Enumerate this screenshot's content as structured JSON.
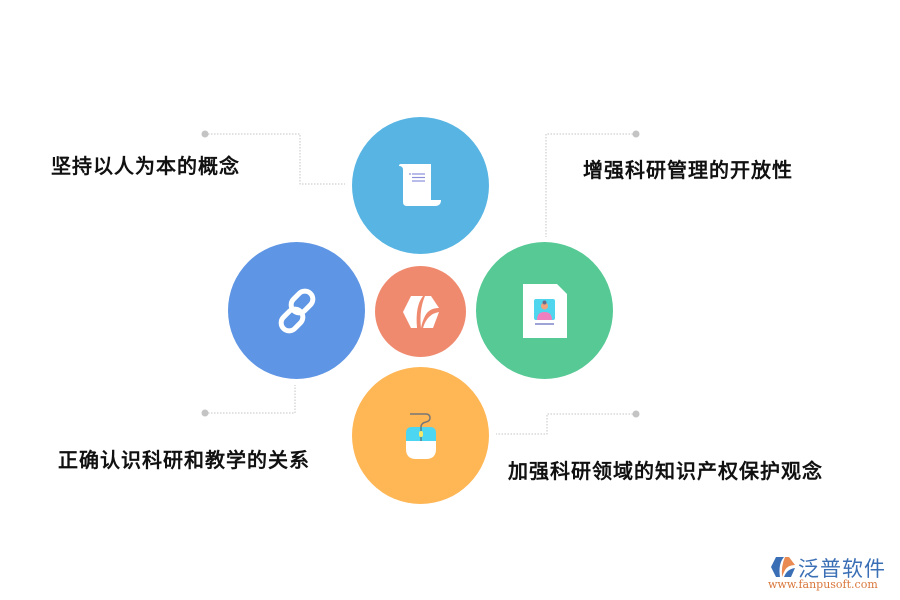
{
  "diagram": {
    "center": {
      "icon": "hexagon-logo-icon",
      "color": "#F08A6F"
    },
    "nodes": [
      {
        "id": "top",
        "label": "坚持以人为本的概念",
        "icon": "scroll-document-icon",
        "color": "#58B5E3"
      },
      {
        "id": "right",
        "label": "增强科研管理的开放性",
        "icon": "profile-card-icon",
        "color": "#56C995"
      },
      {
        "id": "left",
        "label": "正确认识科研和教学的关系",
        "icon": "chain-link-icon",
        "color": "#5E95E4"
      },
      {
        "id": "bottom",
        "label": "加强科研领域的知识产权保护观念",
        "icon": "mouse-icon",
        "color": "#FFB655"
      }
    ]
  },
  "watermark": {
    "name": "泛普软件",
    "url": "www.fanpusoft.com"
  }
}
